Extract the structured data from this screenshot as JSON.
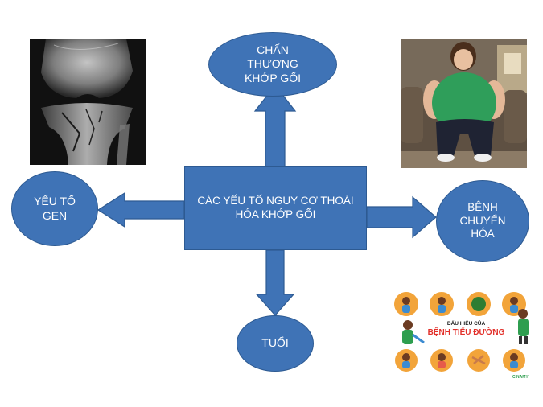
{
  "center": {
    "label": "CÁC YẾU TỐ NGUY CƠ THOÁI HÓA KHỚP GỐI"
  },
  "nodes": {
    "top": {
      "lines": [
        "CHẤN",
        "THƯƠNG",
        "KHỚP GỐI"
      ]
    },
    "left": {
      "lines": [
        "YẾU TỐ",
        "GEN"
      ]
    },
    "right": {
      "lines": [
        "BỆNH",
        "CHUYỂN",
        "HÓA"
      ]
    },
    "bottom": {
      "lines": [
        "TUỔI"
      ]
    }
  },
  "images": {
    "xray": {
      "icon": "knee-xray-image"
    },
    "obese": {
      "icon": "obese-person-photo"
    },
    "diabetes": {
      "icon": "diabetes-infographic",
      "title_small": "DẤU HIỆU CỦA",
      "title_big": "BỆNH TIỂU ĐƯỜNG",
      "brand": "CINAMY"
    }
  },
  "colors": {
    "node_fill": "#3f73b6",
    "node_border": "#2d5a92",
    "text": "#ffffff"
  }
}
